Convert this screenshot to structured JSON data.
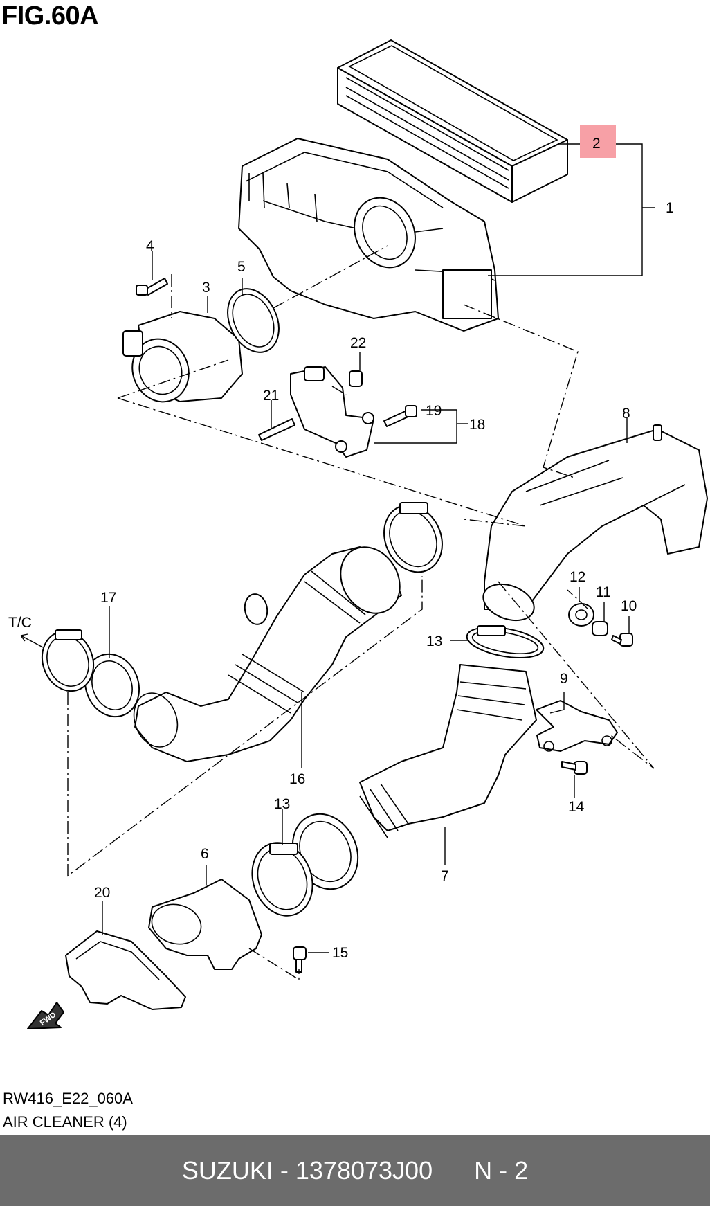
{
  "figure": {
    "title": "FIG.60A",
    "code": "RW416_E22_060A",
    "name": "AIR CLEANER (4)"
  },
  "highlight_color": "#f7a0a6",
  "footer": {
    "brand": "SUZUKI",
    "part_number": "1378073J00",
    "ref": "N - 2",
    "background": "#6c6c6c"
  },
  "direction_labels": {
    "tc": "T/C",
    "fwd": "FWD"
  },
  "callouts": {
    "c1": "1",
    "c2": "2",
    "c3": "3",
    "c4": "4",
    "c5": "5",
    "c6": "6",
    "c7": "7",
    "c8": "8",
    "c9": "9",
    "c10": "10",
    "c11": "11",
    "c12": "12",
    "c13a": "13",
    "c13b": "13",
    "c14": "14",
    "c15": "15",
    "c16": "16",
    "c17": "17",
    "c18": "18",
    "c19": "19",
    "c20": "20",
    "c21": "21",
    "c22": "22"
  }
}
